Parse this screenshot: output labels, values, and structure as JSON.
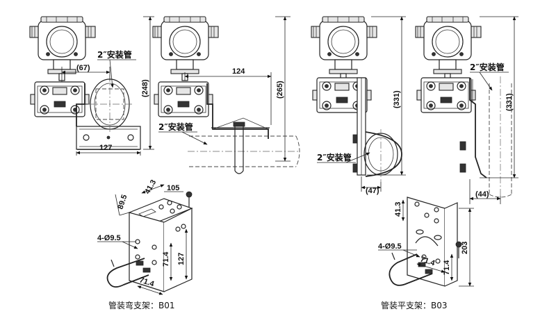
{
  "views": {
    "v1": {
      "pipe_label": "2″安装管",
      "dim_top": "(67)",
      "dim_side": "(248)",
      "dim_bottom": "127"
    },
    "v2": {
      "pipe_label": "2″安装管",
      "dim_top": "124",
      "dim_side": "(265)"
    },
    "v3": {
      "pipe_label": "2″安装管",
      "dim_side": "(331)",
      "dim_bottom": "(47)"
    },
    "v4": {
      "pipe_label": "2″安装管",
      "dim_side": "(331)",
      "dim_bottom": "(44)"
    }
  },
  "brackets": {
    "b01": {
      "caption": "管装弯支架：B01",
      "dim_a": "89.5",
      "dim_b": "41.3",
      "dim_c": "105",
      "dim_holes": "4-Ø9.5",
      "dim_d": "127",
      "dim_e": "71.4",
      "dim_f": "71.4"
    },
    "b03": {
      "caption": "管装平支架：B03",
      "dim_a": "41.3",
      "dim_holes": "4-Ø9.5",
      "dim_b": "71.4",
      "dim_c": "71.4",
      "dim_d": "203"
    }
  }
}
